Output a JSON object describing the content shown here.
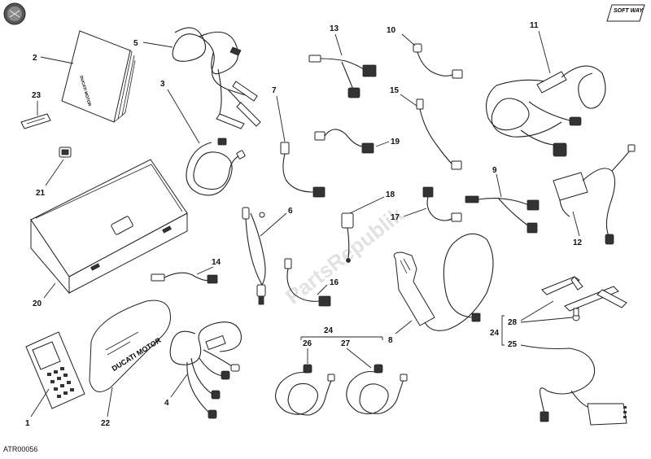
{
  "diagram": {
    "drawing_code": "ATR00056",
    "brand_logo": "SOFT WAY",
    "watermark": "PartsRepublik",
    "kit_box_brand": "DUCATI MOTOR",
    "manual_brand": "DUCATI MOTOR",
    "callouts": {
      "c1": "1",
      "c2": "2",
      "c3": "3",
      "c4": "4",
      "c5": "5",
      "c6": "6",
      "c7": "7",
      "c8": "8",
      "c9": "9",
      "c10": "10",
      "c11": "11",
      "c12": "12",
      "c13": "13",
      "c14": "14",
      "c15": "15",
      "c16": "16",
      "c17": "17",
      "c18": "18",
      "c19": "19",
      "c20": "20",
      "c21": "21",
      "c22": "22",
      "c23": "23",
      "c24a": "24",
      "c24b": "24",
      "c25": "25",
      "c26": "26",
      "c27": "27",
      "c28": "28"
    }
  }
}
